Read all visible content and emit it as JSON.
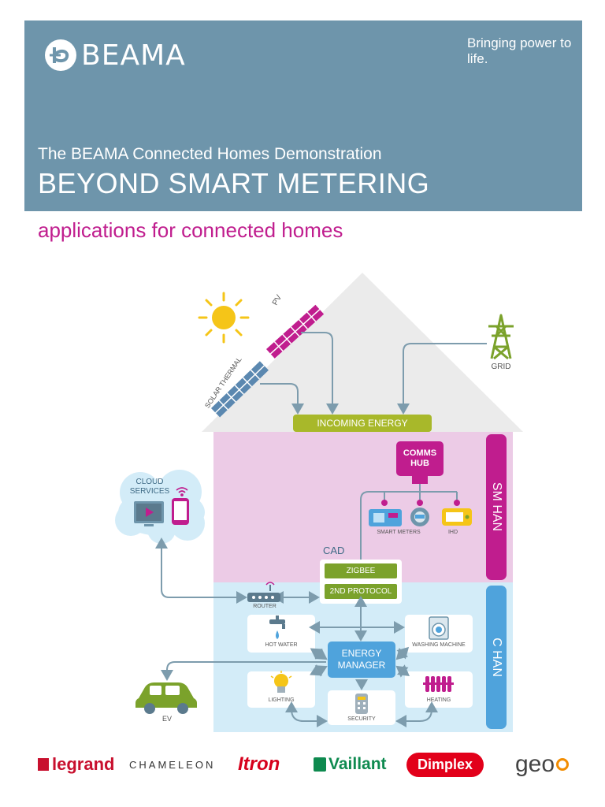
{
  "header": {
    "logo_text": "BEAMA",
    "tagline": "Bringing power to life.",
    "subtitle": "The BEAMA Connected Homes Demonstration",
    "title": "BEYOND SMART METERING"
  },
  "apps_title": "applications for connected homes",
  "diagram": {
    "pv": "PV",
    "solar_thermal": "SOLAR THERMAL",
    "grid": "GRID",
    "incoming_energy": "INCOMING ENERGY",
    "comms_hub": "COMMS HUB",
    "sm_han": "SM HAN",
    "c_han": "C HAN",
    "cloud_services": "CLOUD SERVICES",
    "smart_meters": "SMART METERS",
    "ihd": "IHD",
    "cad": "CAD",
    "zigbee": "ZIGBEE",
    "second_protocol": "2ND PROTOCOL",
    "router": "ROUTER",
    "hot_water": "HOT WATER",
    "washing_machine": "WASHING MACHINE",
    "energy_manager": "ENERGY MANAGER",
    "lighting": "LIGHTING",
    "heating": "HEATING",
    "security": "SECURITY",
    "ev": "EV"
  },
  "brands": [
    "legrand",
    "CHAMELEON",
    "Itron",
    "Vaillant",
    "Dimplex",
    "geo"
  ],
  "colors": {
    "header": "#6e95ab",
    "magenta": "#c01d8e",
    "sm_han_fill": "#eccbe6",
    "c_han_fill": "#d3ecf8",
    "green": "#7ba22b",
    "blue": "#4fa3dc",
    "arrow": "#7d9cad"
  }
}
